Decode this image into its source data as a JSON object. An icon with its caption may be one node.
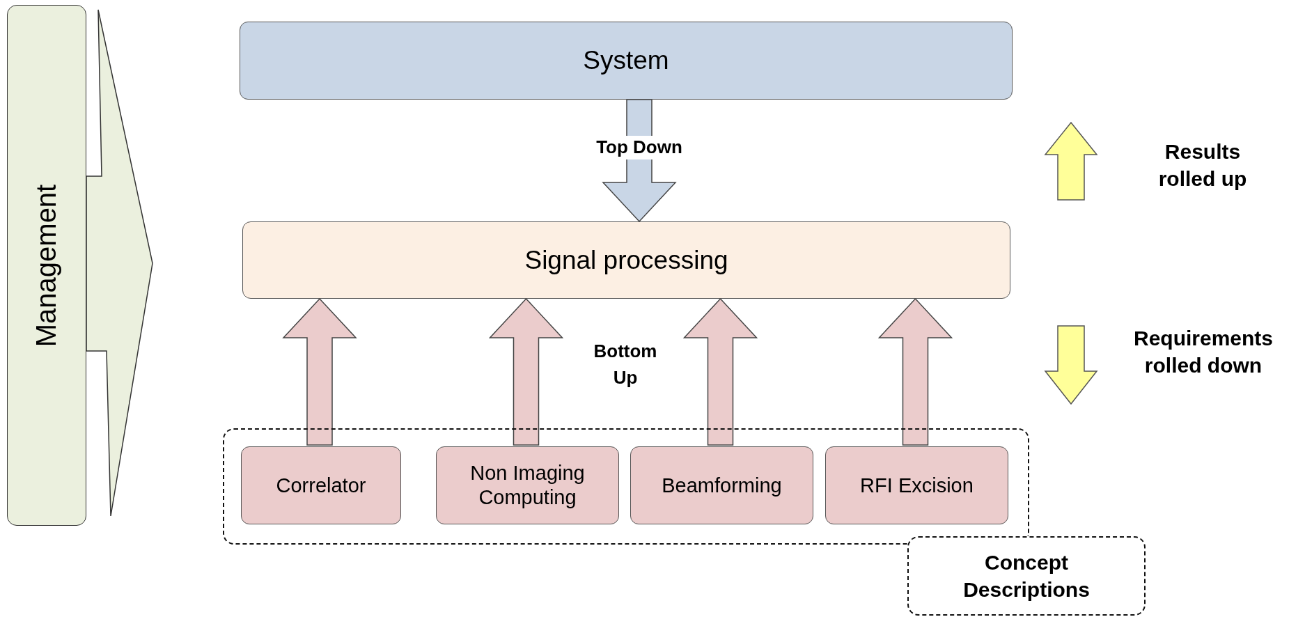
{
  "diagram": {
    "nodes": [
      {
        "text": [
          "Management"
        ]
      },
      {
        "text": [
          "System"
        ]
      },
      {
        "text": [
          "Signal processing"
        ]
      },
      {
        "text": [],
        "shape": "box"
      },
      {
        "text": [
          "Correlator"
        ],
        "in": 3
      },
      {
        "text": [
          "Non Imaging Computing"
        ],
        "in": 3
      },
      {
        "text": [
          "Beamforming"
        ],
        "in": 3
      },
      {
        "text": [
          "RFI Excision"
        ],
        "in": 3
      },
      {
        "text": [
          "Concept Descriptions"
        ]
      }
    ],
    "edges": [
      {
        "from": 1,
        "to": 2,
        "arrow": "to",
        "label": "Top Down",
        "color": "#c9d6e6"
      },
      {
        "from": 4,
        "to": 2,
        "arrow": "to"
      },
      {
        "from": 5,
        "to": 2,
        "arrow": "to"
      },
      {
        "from": 6,
        "to": 2,
        "arrow": "to"
      },
      {
        "from": 7,
        "to": 2,
        "arrow": "to"
      }
    ],
    "labels": [
      "Results rolled up",
      "Bottom Up",
      "Requirements rolled down"
    ]
  }
}
